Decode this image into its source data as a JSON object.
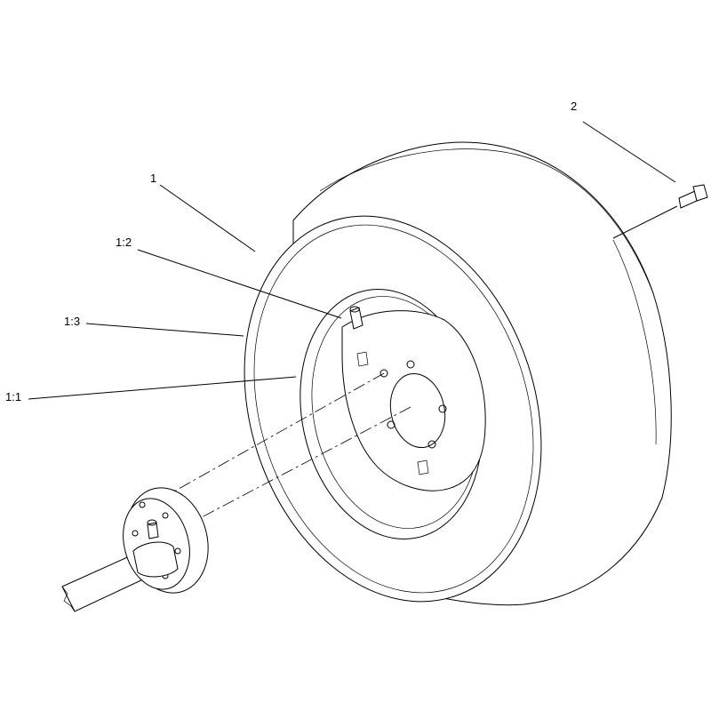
{
  "callouts": [
    {
      "id": "1",
      "text": "1"
    },
    {
      "id": "2",
      "text": "2"
    },
    {
      "id": "1_2",
      "text": "1:2"
    },
    {
      "id": "1_3",
      "text": "1:3"
    },
    {
      "id": "1_1",
      "text": "1:1"
    }
  ],
  "colors": {
    "line": "#000000",
    "background": "#ffffff"
  }
}
